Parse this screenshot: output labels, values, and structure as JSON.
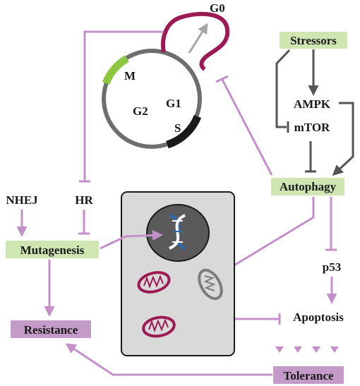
{
  "cell_cycle": {
    "g0": "G0",
    "m": "M",
    "g1": "G1",
    "g2": "G2",
    "s": "S"
  },
  "nodes": {
    "stressors": "Stressors",
    "ampk": "AMPK",
    "mtor": "mTOR",
    "autophagy": "Autophagy",
    "nhej": "NHEJ",
    "hr": "HR",
    "mutagenesis": "Mutagenesis",
    "resistance": "Resistance",
    "p53": "p53",
    "apoptosis": "Apoptosis",
    "tolerance": "Tolerance"
  },
  "colors": {
    "arrow_purple": "#c48fca",
    "arc_magenta": "#9c1b55",
    "mito_red": "#9c1b55",
    "mito_gray": "#7d7d7d",
    "box_green": "#cfe6b3",
    "box_purple": "#c39ac8",
    "m_phase_green": "#8dc63f",
    "cell_fill": "#d9d9d9",
    "nucleus_fill": "#5a5a5a",
    "dna_blue": "#2b6cb0",
    "dark_gray": "#555555",
    "light_gray_arrow": "#a6a6a6"
  }
}
